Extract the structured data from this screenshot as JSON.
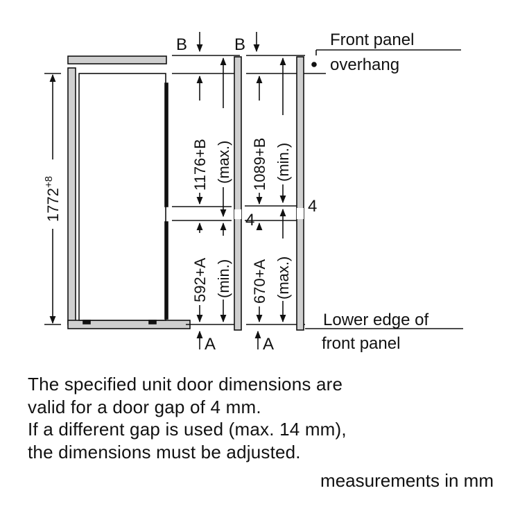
{
  "diagram": {
    "labels": {
      "front_panel_line1": "Front panel",
      "front_panel_line2": "overhang",
      "lower_edge_line1": "Lower edge of",
      "lower_edge_line2": "front panel",
      "marker_b": "B",
      "marker_a": "A",
      "gap": "4"
    },
    "dimensions": {
      "height_base": "1772",
      "height_sup": "+8",
      "upper_max_value": "1176+B",
      "upper_max_note": "(max.)",
      "upper_min_value": "1089+B",
      "upper_min_note": "(min.)",
      "lower_min_value": "592+A",
      "lower_min_note": "(min.)",
      "lower_max_value": "670+A",
      "lower_max_note": "(max.)"
    }
  },
  "notes": {
    "line1": "The specified unit door dimensions are",
    "line2": "valid for a door gap of 4 mm.",
    "line3": "If a different gap is used (max. 14 mm),",
    "line4": "the dimensions must be adjusted."
  },
  "units": "measurements in mm"
}
